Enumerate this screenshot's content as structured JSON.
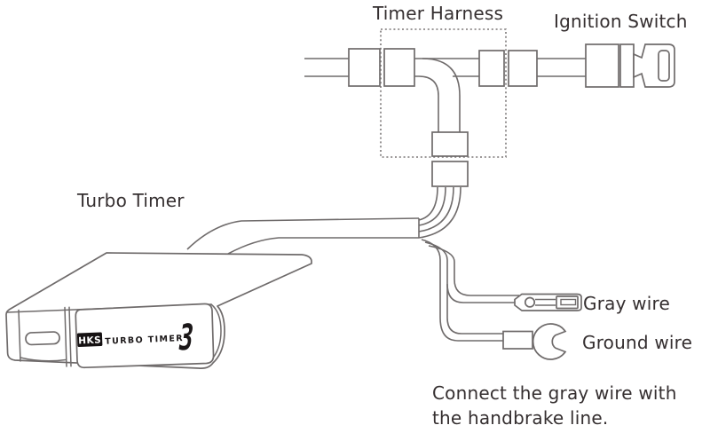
{
  "labels": {
    "timer_harness": "Timer Harness",
    "ignition_switch": "Ignition Switch",
    "turbo_timer": "Turbo Timer",
    "gray_wire": "Gray wire",
    "ground_wire": "Ground wire"
  },
  "note": {
    "line1": "Connect the gray wire with",
    "line2": "the handbrake line."
  },
  "device": {
    "brand": "HKS",
    "model_label": "TURBO TIMER",
    "display_value": "3"
  },
  "colors": {
    "background": "#ffffff",
    "line": "#6f6b6b",
    "text": "#352f30",
    "logo_bg": "#151112",
    "logo_text": "#ffffff",
    "device_text": "#1b1718"
  }
}
